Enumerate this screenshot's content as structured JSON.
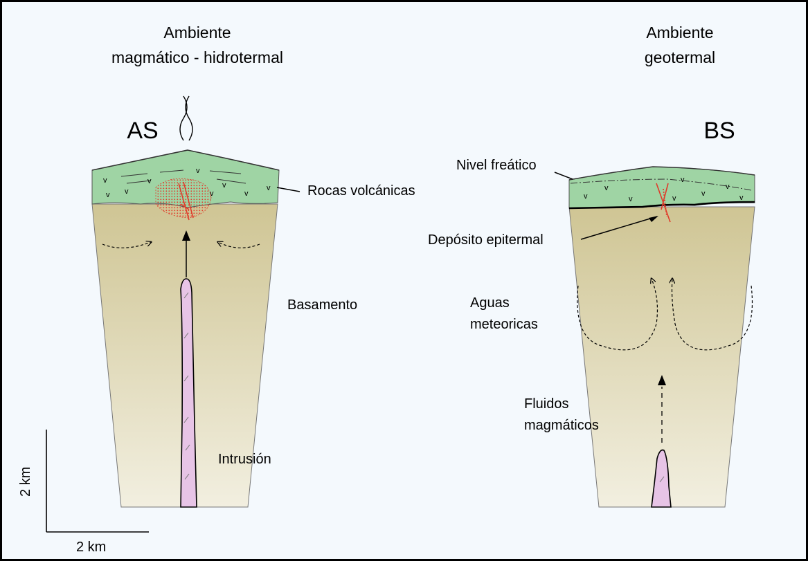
{
  "figure": {
    "left": {
      "title_line1": "Ambiente",
      "title_line2": "magmático - hidrotermal",
      "code": "AS",
      "labels": {
        "volcanic": "Rocas volcánicas",
        "basement": "Basamento",
        "intrusion": "Intrusión"
      }
    },
    "right": {
      "title_line1": "Ambiente",
      "title_line2": "geotermal",
      "code": "BS",
      "labels": {
        "water_table": "Nivel freático",
        "epithermal": "Depósito epitermal",
        "meteoric_line1": "Aguas",
        "meteoric_line2": "meteoricas",
        "magmatic_line1": "Fluidos",
        "magmatic_line2": "magmáticos"
      }
    },
    "scale_bar": {
      "vertical": "2 km",
      "horizontal": "2 km"
    },
    "colors": {
      "background": "#f4f9fd",
      "volcanic_green": "#9fd4a4",
      "basement_top": "#cfc594",
      "basement_bottom": "#f2efe0",
      "intrusion_pink": "#e7c4e6",
      "alteration_red": "#e03a2a"
    }
  }
}
